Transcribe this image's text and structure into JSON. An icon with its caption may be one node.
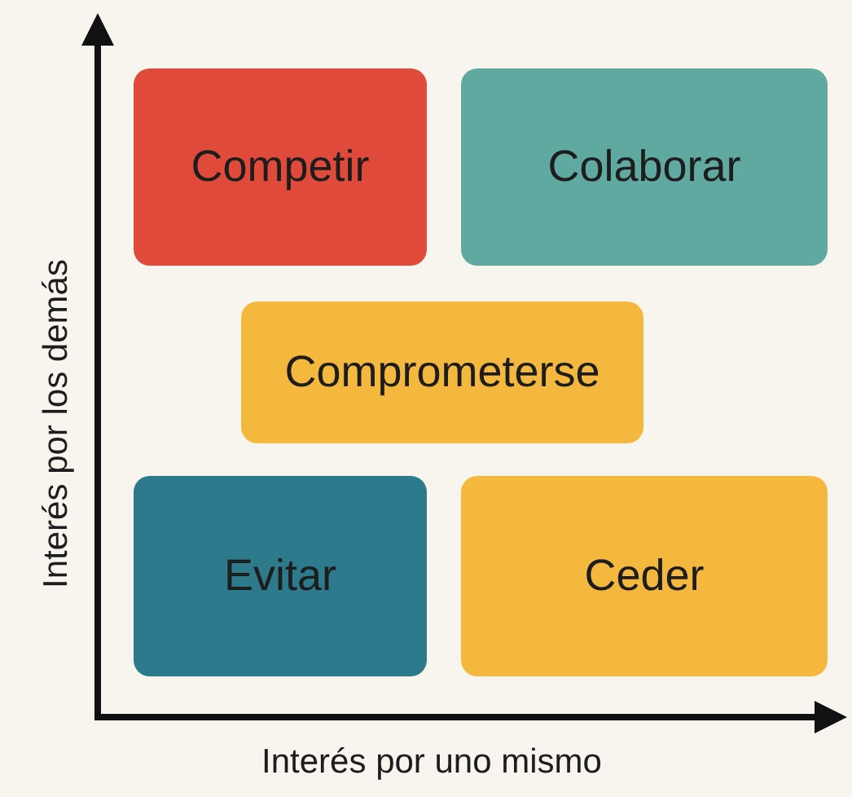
{
  "diagram": {
    "nodes": [
      {
        "text": [
          "Competir"
        ]
      },
      {
        "text": [
          "Colaborar"
        ]
      },
      {
        "text": [
          "Comprometerse"
        ]
      },
      {
        "text": [
          "Evitar"
        ]
      },
      {
        "text": [
          "Ceder"
        ]
      }
    ],
    "edges": [],
    "labels": [
      "Interés por los demás",
      "Interés por uno mismo"
    ]
  }
}
